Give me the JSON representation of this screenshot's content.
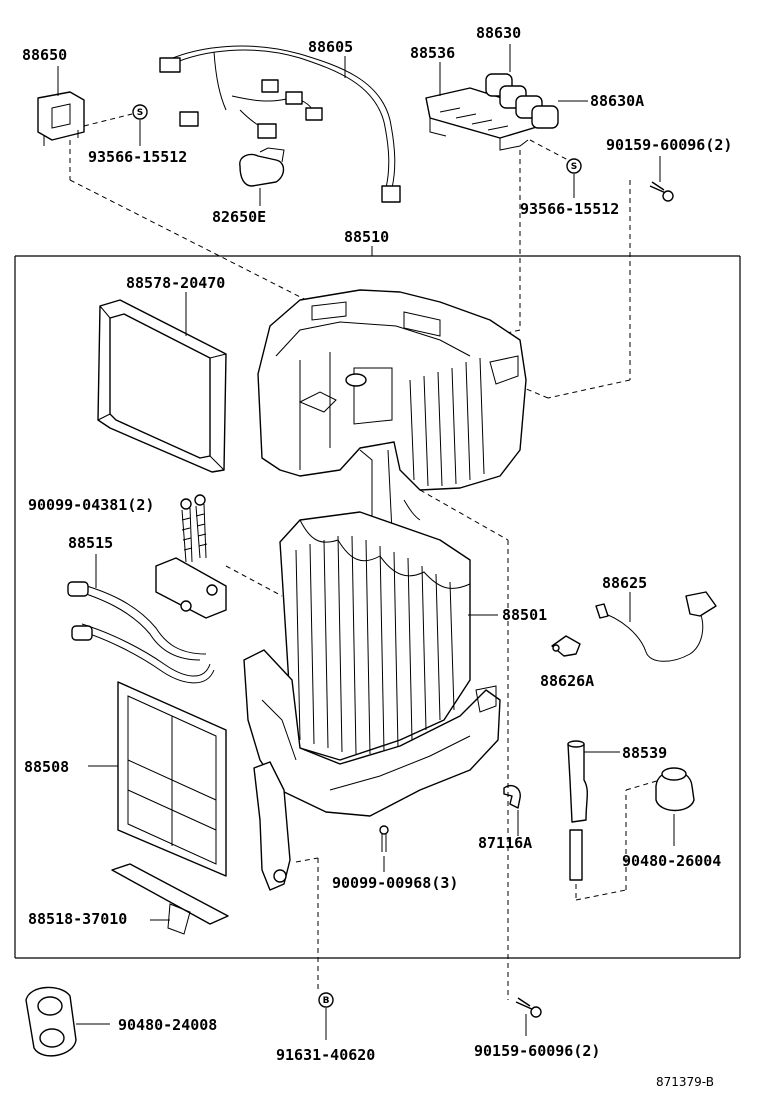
{
  "labels": {
    "p88650": "88650",
    "p88605": "88605",
    "p88536": "88536",
    "p88630": "88630",
    "p88630A": "88630A",
    "p90159_top": "90159-60096(2)",
    "p93566_left": "93566-15512",
    "p93566_right": "93566-15512",
    "p82650E": "82650E",
    "p88510": "88510",
    "p88578": "88578-20470",
    "p90099_04381": "90099-04381(2)",
    "p88515": "88515",
    "p88501": "88501",
    "p88625": "88625",
    "p88626A": "88626A",
    "p88508": "88508",
    "p88539": "88539",
    "p87116A": "87116A",
    "p90480_26004": "90480-26004",
    "p90099_00968": "90099-00968(3)",
    "p88518": "88518-37010",
    "p90480_24008": "90480-24008",
    "p91631": "91631-40620",
    "p90159_bottom": "90159-60096(2)"
  },
  "symbols": {
    "s_mark_left": "S",
    "s_mark_right": "S",
    "b_mark": "B"
  },
  "diagram_id": "871379-B"
}
